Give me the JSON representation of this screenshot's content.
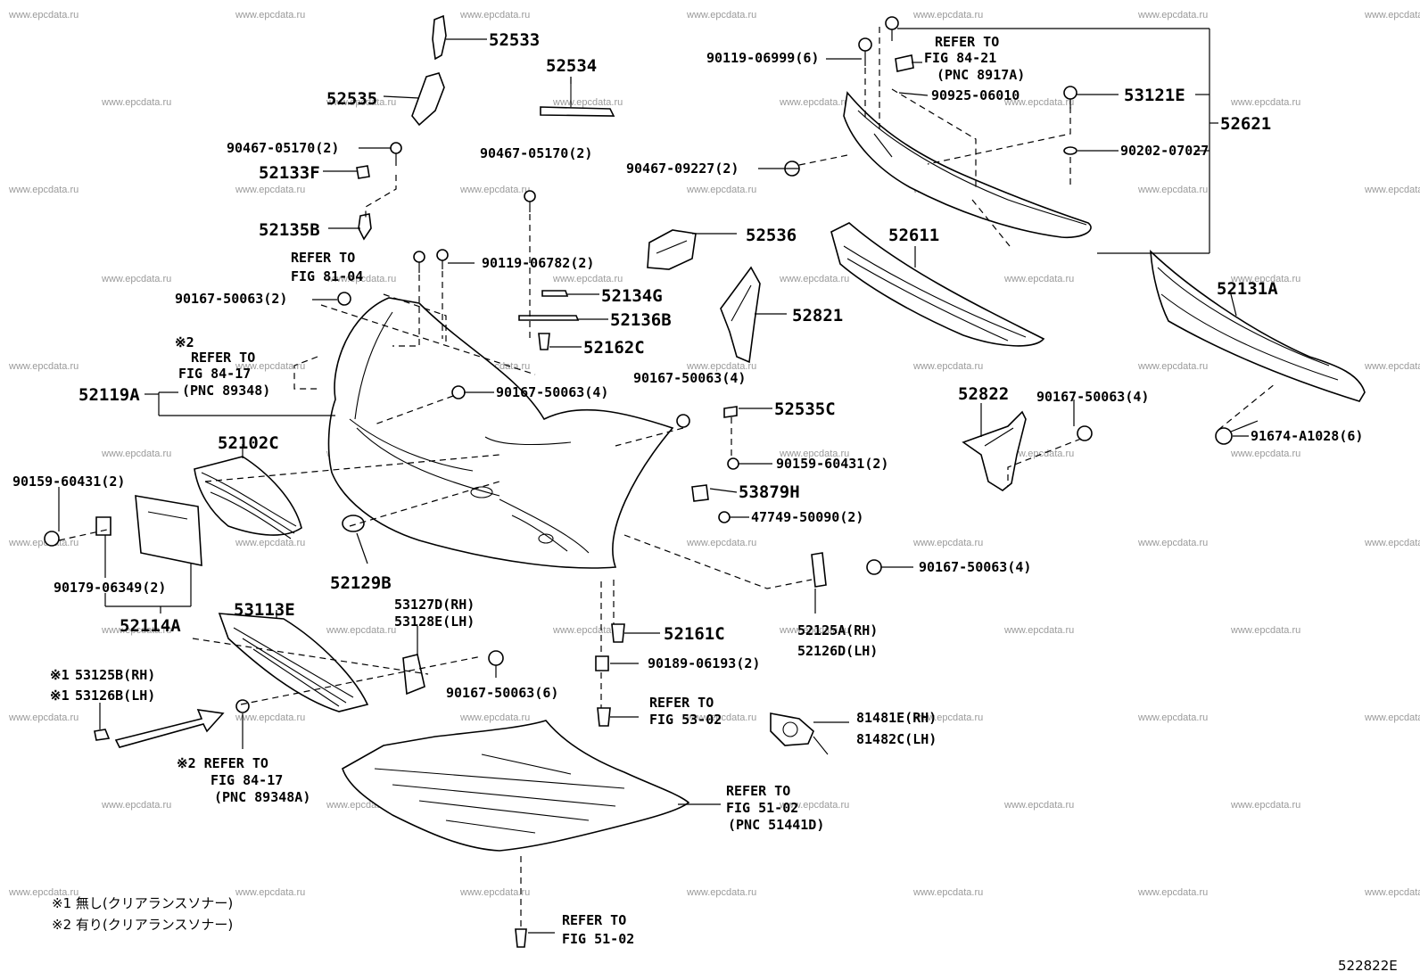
{
  "diagram_code": "522822E",
  "watermark_text": "www.epcdata.ru",
  "parts": {
    "p52533": "52533",
    "p52534": "52534",
    "p52535": "52535",
    "p90467_05170_a": "90467-05170(2)",
    "p52133F": "52133F",
    "p52135B": "52135B",
    "p90467_05170_b": "90467-05170(2)",
    "p90119_06782": "90119-06782(2)",
    "p90167_50063_2": "90167-50063(2)",
    "p52134G": "52134G",
    "p52136B": "52136B",
    "p52162C": "52162C",
    "p52119A": "52119A",
    "p90167_50063_4a": "90167-50063(4)",
    "p90167_50063_4b": "90167-50063(4)",
    "p52535C": "52535C",
    "p52102C": "52102C",
    "p90159_60431_a": "90159-60431(2)",
    "p90159_60431_b": "90159-60431(2)",
    "p53879H": "53879H",
    "p47749_50090": "47749-50090(2)",
    "p52129B": "52129B",
    "p90179_06349": "90179-06349(2)",
    "p52114A": "52114A",
    "p53113E": "53113E",
    "p53127D": "53127D(RH)",
    "p53128E": "53128E(LH)",
    "p53125B": "53125B(RH)",
    "p53126B": "53126B(LH)",
    "p90167_50063_6": "90167-50063(6)",
    "p52161C": "52161C",
    "p90189_06193": "90189-06193(2)",
    "p81481E": "81481E(RH)",
    "p81482C": "81482C(LH)",
    "p52125A": "52125A(RH)",
    "p52126D": "52126D(LH)",
    "p90167_50063_4c": "90167-50063(4)",
    "p90119_06999": "90119-06999(6)",
    "p90925_06010": "90925-06010",
    "p53121E": "53121E",
    "p52621": "52621",
    "p90202_07027": "90202-07027",
    "p90467_09227": "90467-09227(2)",
    "p52536": "52536",
    "p52611": "52611",
    "p52131A": "52131A",
    "p52821": "52821",
    "p52822": "52822",
    "p90167_50063_4d": "90167-50063(4)",
    "p91674_A1028": "91674-A1028(6)"
  },
  "refs": {
    "fig84_21": [
      "REFER TO",
      "FIG 84-21",
      "(PNC 8917A)"
    ],
    "fig81_04": [
      "REFER TO",
      "FIG 81-04"
    ],
    "fig84_17": [
      "※2",
      "REFER TO",
      "FIG 84-17",
      "(PNC 89348)"
    ],
    "fig53_02": [
      "REFER TO",
      "FIG 53-02"
    ],
    "fig84_17a": [
      "※2 REFER TO",
      "FIG 84-17",
      "(PNC 89348A)"
    ],
    "fig51_02a": [
      "REFER TO",
      "FIG 51-02",
      "(PNC 51441D)"
    ],
    "fig51_02b": [
      "REFER TO",
      "FIG 51-02"
    ]
  },
  "notes": {
    "sym1": "※1",
    "sym2": "※1",
    "n1": "※1 無し(クリアランスソナー)",
    "n2": "※2 有り(クリアランスソナー)"
  }
}
